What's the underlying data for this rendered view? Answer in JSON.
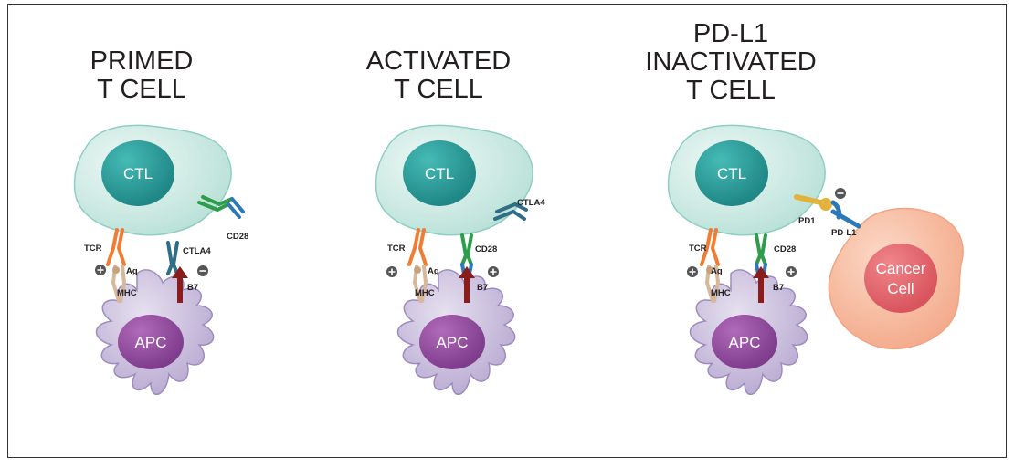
{
  "panels": [
    {
      "title_lines": [
        "PRIMED",
        "T CELL"
      ],
      "labels": {
        "ctl": "CTL",
        "apc": "APC",
        "tcr": "TCR",
        "ag": "Ag",
        "mhc": "MHC",
        "b7": "B7",
        "cd28": "CD28",
        "ctla4": "CTLA4"
      }
    },
    {
      "title_lines": [
        "ACTIVATED",
        "T CELL"
      ],
      "labels": {
        "ctl": "CTL",
        "apc": "APC",
        "tcr": "TCR",
        "ag": "Ag",
        "mhc": "MHC",
        "b7": "B7",
        "cd28": "CD28",
        "ctla4": "CTLA4"
      }
    },
    {
      "title_lines": [
        "PD-L1",
        "INACTIVATED",
        "T CELL"
      ],
      "labels": {
        "ctl": "CTL",
        "apc": "APC",
        "tcr": "TCR",
        "ag": "Ag",
        "mhc": "MHC",
        "b7": "B7",
        "cd28": "CD28",
        "pd1": "PD1",
        "pdl1": "PD-L1",
        "cancer_line1": "Cancer",
        "cancer_line2": "Cell"
      }
    }
  ],
  "colors": {
    "tcell_body": "#c7e6df",
    "tcell_edge": "#8fcfc3",
    "nucleus": "#2aa3a1",
    "apc_body": "#c6bad9",
    "apc_edge": "#9d8cbf",
    "apc_nucleus": "#8e4a9a",
    "tcr": "#ef7d33",
    "mhc": "#d7b89a",
    "cd28": "#2e9c4a",
    "b7": "#2d79b8",
    "ctla4": "#2f6e86",
    "arrow": "#8b1c1c",
    "plus_minus": "#555555",
    "pd1": "#e2b23a",
    "cancer_body": "#f6b79a",
    "cancer_nucleus": "#e0686e"
  },
  "icons": [
    "plus-sign-icon",
    "minus-sign-icon",
    "stimulation-arrow-icon"
  ]
}
